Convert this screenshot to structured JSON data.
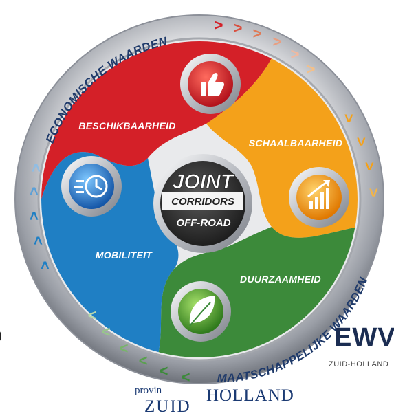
{
  "diagram": {
    "center": {
      "line1": "JOINT",
      "line2": "CORRIDORS",
      "line3": "OFF-ROAD"
    },
    "segments": [
      {
        "label": "BESCHIKBAARHEID",
        "color": "#d42028",
        "icon": "thumbs-up-icon"
      },
      {
        "label": "SCHAALBAARHEID",
        "color": "#f4a11a",
        "icon": "growth-chart-icon"
      },
      {
        "label": "DUURZAAMHEID",
        "color": "#3c8a3a",
        "icon": "leaf-icon"
      },
      {
        "label": "MOBILITEIT",
        "color": "#1f7fc4",
        "icon": "clock-speed-icon"
      }
    ],
    "arc_labels": {
      "top": "ECONOMISCHE WAARDEN",
      "bottom": "MAATSCHAPPELIJKE WAARDEN"
    }
  },
  "logos": {
    "province_prefix": "provin",
    "province_word1": "ZUID",
    "province_word2": "HOLLAND",
    "ewv_partial": "EWV",
    "ewv_region": "ZUID-HOLLAND",
    "left_fragment": "K"
  }
}
